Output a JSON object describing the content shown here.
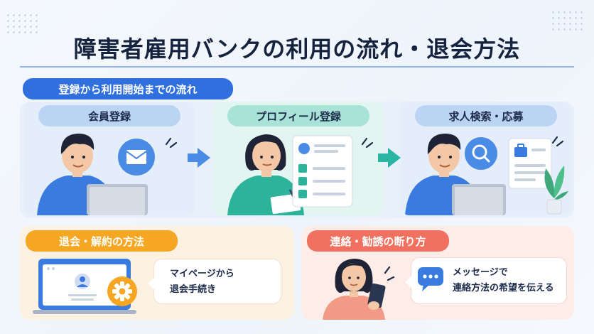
{
  "title": "障害者雇用バンクの利用の流れ・退会方法",
  "flow": {
    "heading": "登録から利用開始までの流れ",
    "steps": [
      {
        "label": "会員登録",
        "icon": "mail-icon"
      },
      {
        "label": "プロフィール登録",
        "icon": "checklist-icon"
      },
      {
        "label": "求人検索・応募",
        "icon": "search-icon"
      }
    ]
  },
  "cancel": {
    "heading": "退会・解約の方法",
    "bubble_lines": [
      "マイページから",
      "退会手続き"
    ],
    "icon": "gear-icon"
  },
  "contact": {
    "heading": "連絡・勧誘の断り方",
    "bubble_lines": [
      "メッセージで",
      "連絡方法の希望を伝える"
    ],
    "icon": "chat-icon"
  },
  "colors": {
    "flow_accent": "#2f6fde",
    "profile_accent": "#2bb5a3",
    "cancel_accent": "#f5a623",
    "contact_accent": "#f0715f"
  }
}
